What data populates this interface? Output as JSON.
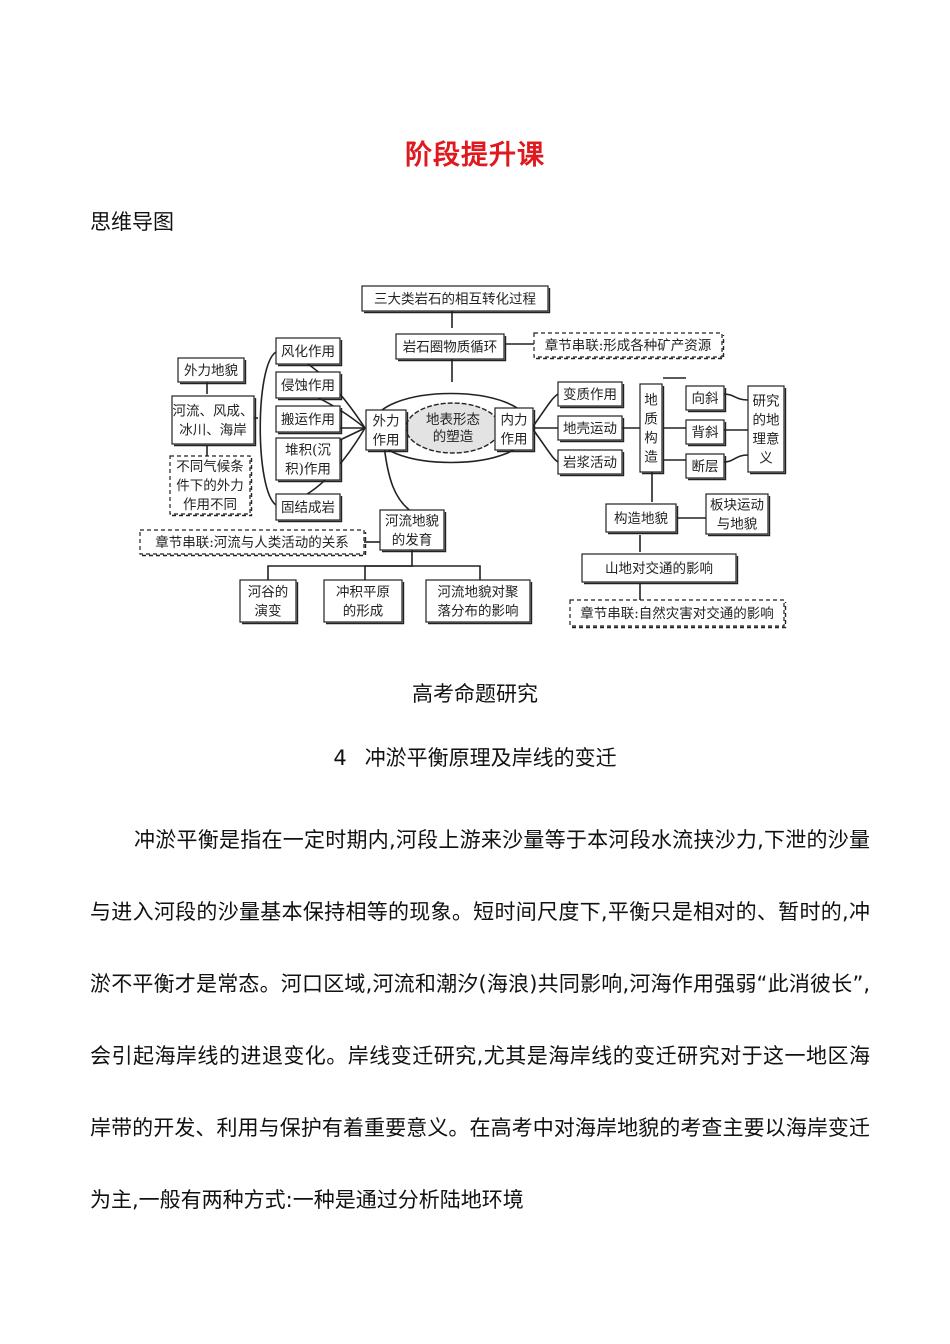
{
  "header": {
    "title": "阶段提升课"
  },
  "section": {
    "label": "思维导图"
  },
  "mindmap": {
    "center": [
      "地表形态",
      "的塑造"
    ],
    "top": [
      "三大类岩石的相互转化过程",
      "岩石圈物质循环",
      "章节串联:形成各种矿产资源"
    ],
    "external": {
      "label": [
        "外力",
        "作用"
      ],
      "processes": [
        [
          "风化作用"
        ],
        [
          "侵蚀作用"
        ],
        [
          "搬运作用"
        ],
        [
          "堆积(沉",
          "积)作用"
        ],
        [
          "固结成岩"
        ]
      ],
      "landform": "外力地貌",
      "types": [
        "河流、风成、",
        "冰川、海岸"
      ],
      "climate_note": [
        "不同气候条",
        "件下的外力",
        "作用不同"
      ]
    },
    "internal": {
      "label": [
        "内力",
        "作用"
      ],
      "forms": [
        "变质作用",
        "地壳运动",
        "岩浆活动"
      ],
      "geo_structure": [
        "地",
        "质",
        "构",
        "造"
      ],
      "structures": [
        "向斜",
        "背斜",
        "断层"
      ],
      "significance": [
        "研究",
        "的地",
        "理意",
        "义"
      ],
      "structure_landform": "构造地貌",
      "plate": [
        "板块运动",
        "与地貌"
      ],
      "traffic": "山地对交通的影响",
      "traffic_link": "章节串联:自然灾害对交通的影响"
    },
    "river": {
      "title": [
        "河流地貌",
        "的发育"
      ],
      "link": "章节串联:河流与人类活动的关系",
      "children": [
        [
          "河谷的",
          "演变"
        ],
        [
          "冲积平原",
          "的形成"
        ],
        [
          "河流地貌对聚",
          "落分布的影响"
        ]
      ]
    }
  },
  "research": {
    "heading": "高考命题研究",
    "number": "4",
    "topic": "冲淤平衡原理及岸线的变迁",
    "paragraph": "冲淤平衡是指在一定时期内,河段上游来沙量等于本河段水流挟沙力,下泄的沙量与进入河段的沙量基本保持相等的现象。短时间尺度下,平衡只是相对的、暂时的,冲淤不平衡才是常态。河口区域,河流和潮汐(海浪)共同影响,河海作用强弱“此消彼长”,会引起海岸线的进退变化。岸线变迁研究,尤其是海岸线的变迁研究对于这一地区海岸带的开发、利用与保护有着重要意义。在高考中对海岸地貌的考查主要以海岸变迁为主,一般有两种方式:一种是通过分析陆地环境"
  }
}
